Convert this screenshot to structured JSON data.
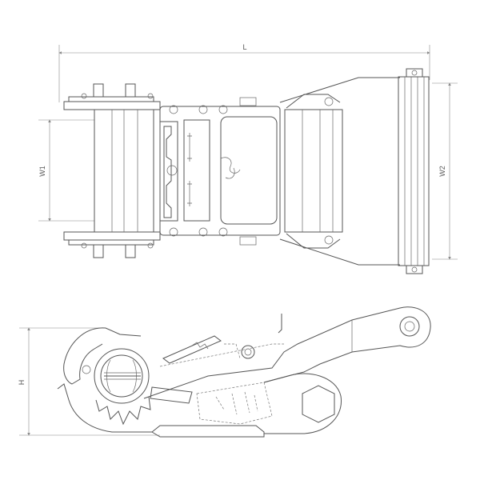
{
  "dimensions": {
    "length": "L",
    "width_1": "W1",
    "width_2": "W2",
    "height": "H"
  },
  "colors": {
    "line": "#555555",
    "dimension": "#888888",
    "background": "#ffffff"
  }
}
